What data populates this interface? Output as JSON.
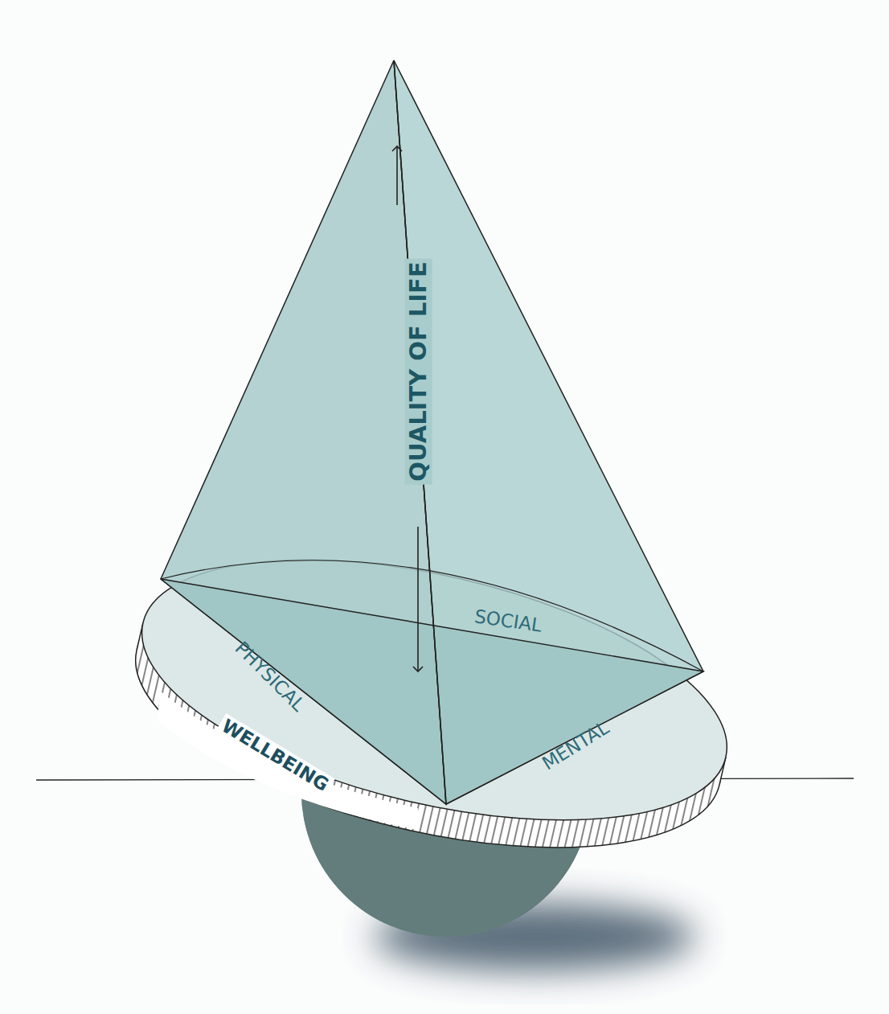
{
  "diagram": {
    "labels": [
      "QUALITY OF LIFE",
      "SOCIAL",
      "PHYSICAL",
      "MENTAL",
      "WELLBEING"
    ]
  }
}
